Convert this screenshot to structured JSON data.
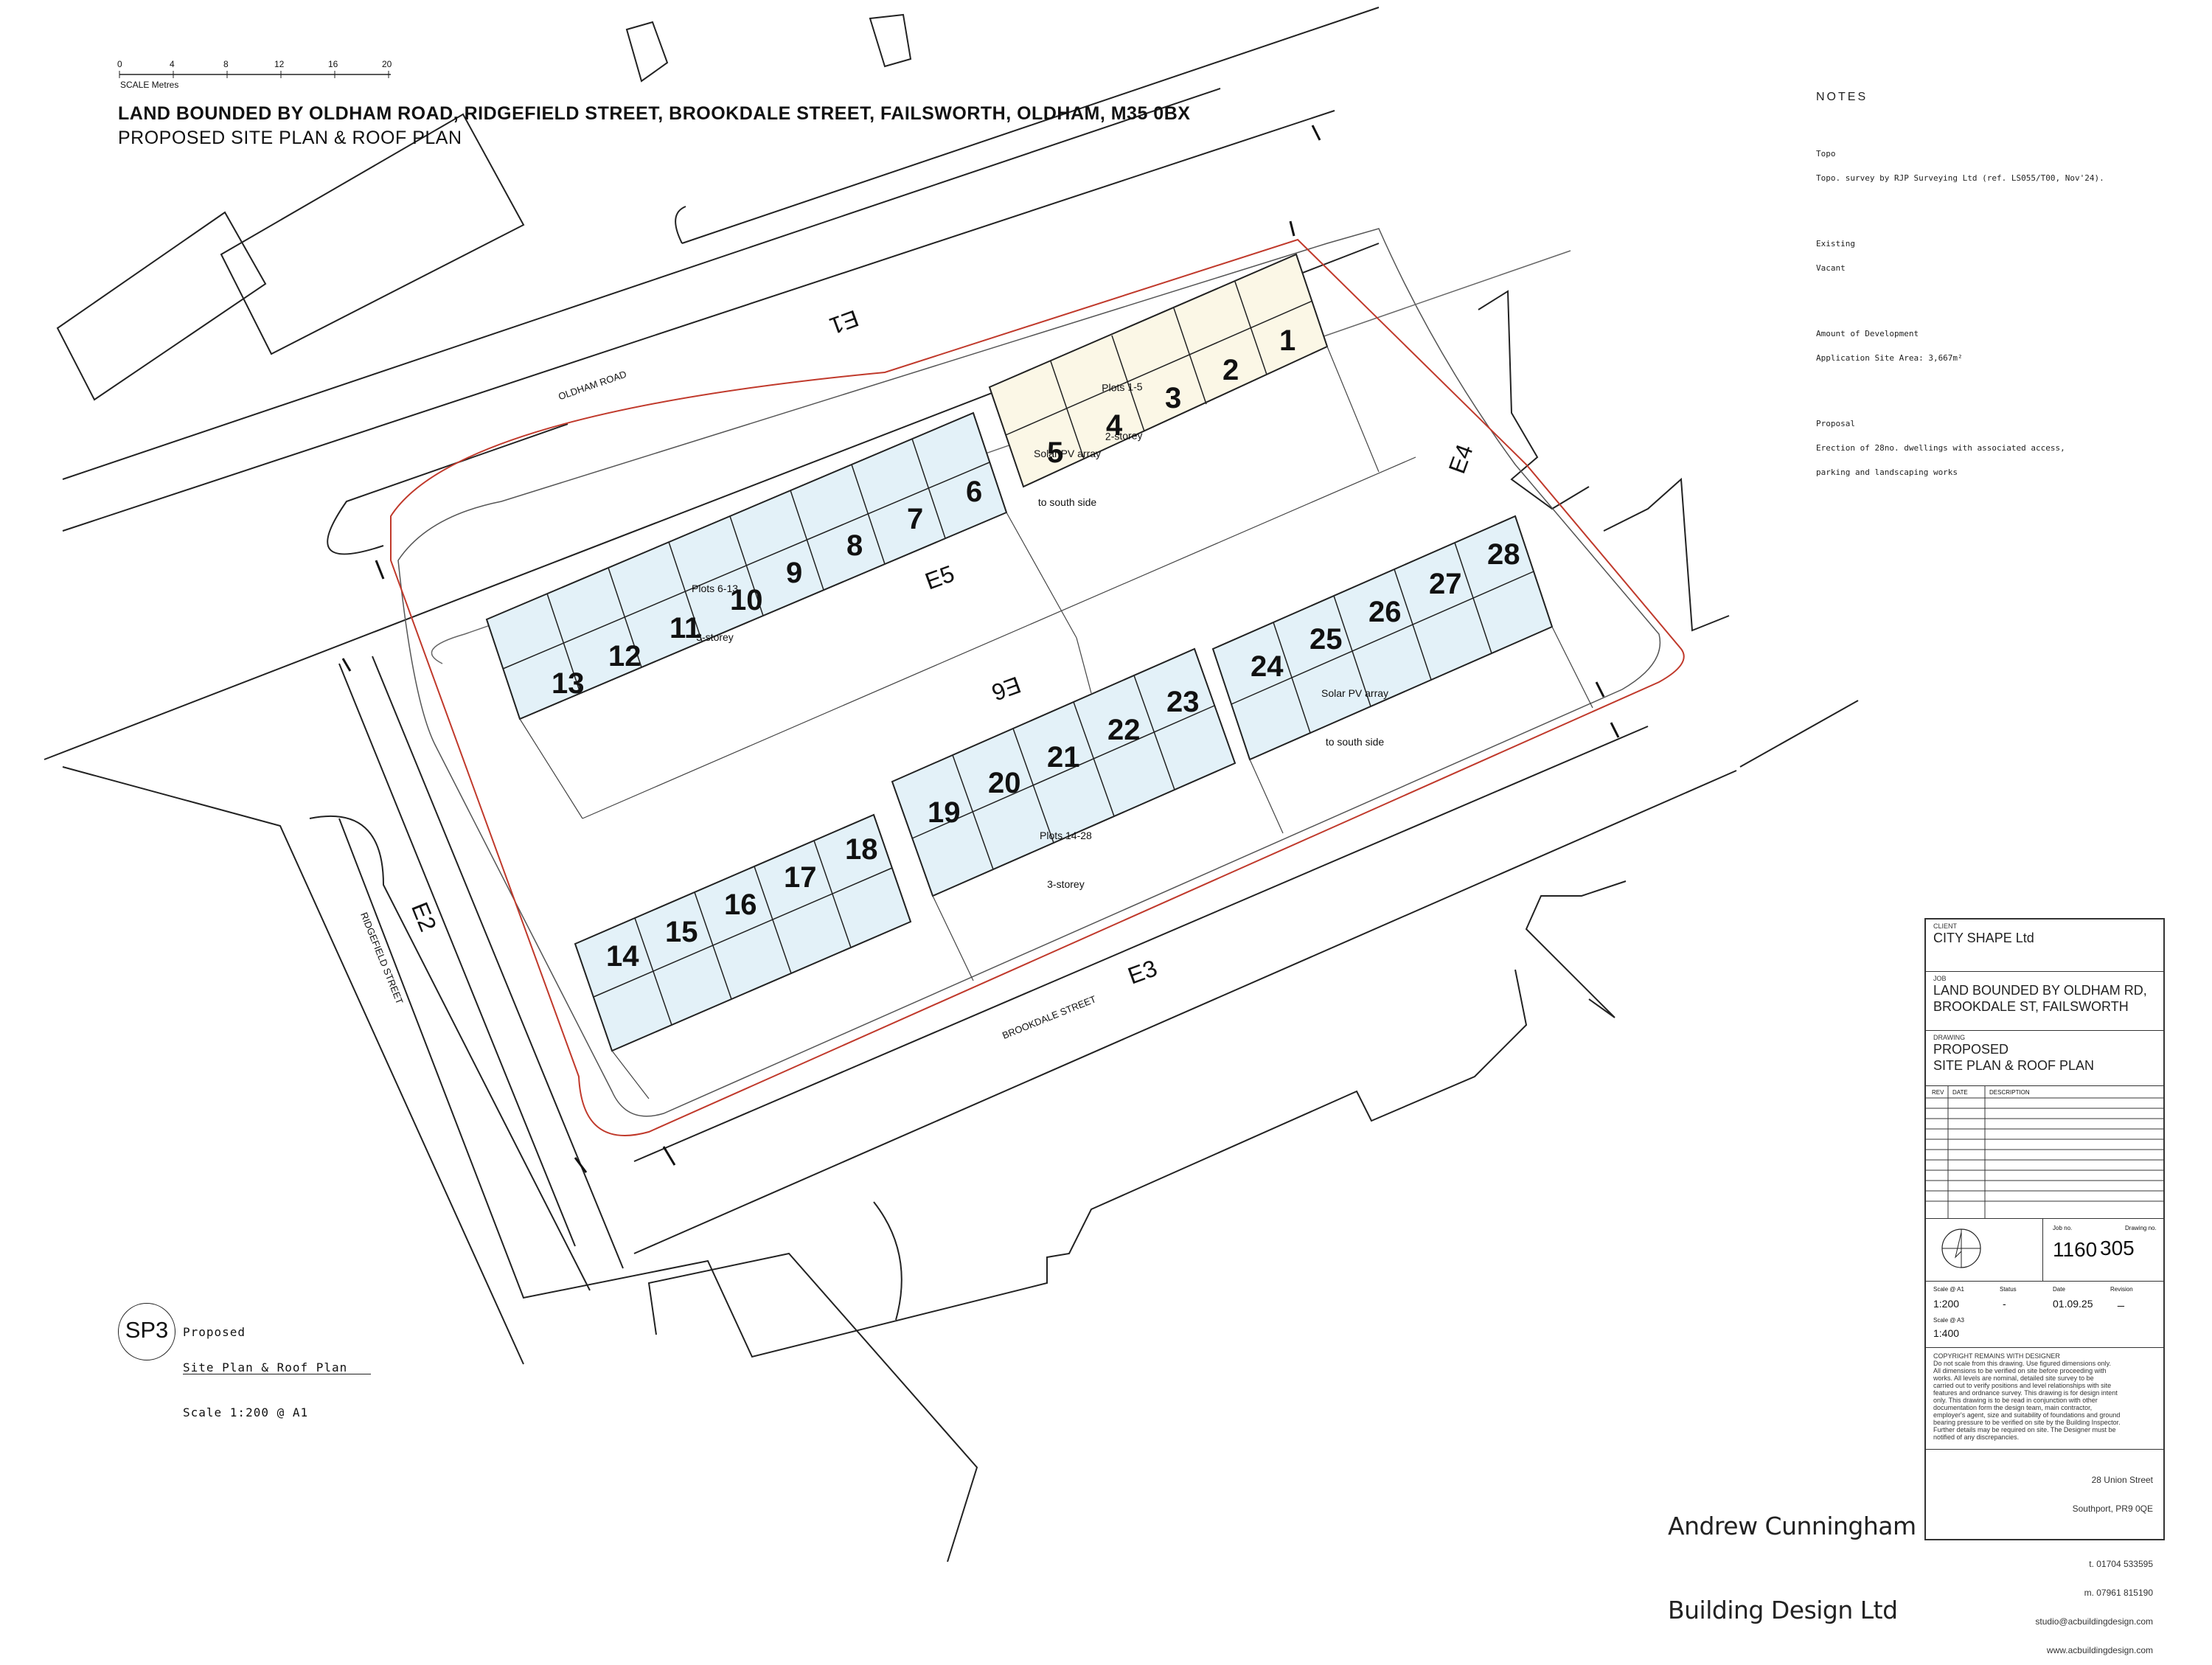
{
  "header": {
    "title": "LAND BOUNDED BY OLDHAM ROAD, RIDGEFIELD STREET, BROOKDALE STREET, FAILSWORTH, OLDHAM, M35 0BX",
    "subtitle": "PROPOSED SITE PLAN & ROOF PLAN"
  },
  "scale_bar": {
    "ticks": [
      "0",
      "4",
      "8",
      "12",
      "16",
      "20"
    ],
    "unit_label": "SCALE Metres"
  },
  "notes": {
    "heading": "NOTES",
    "items": [
      {
        "label": "Topo",
        "text": "Topo. survey by RJP Surveying Ltd (ref. LS055/T00, Nov'24)."
      },
      {
        "label": "Existing",
        "text": "Vacant"
      },
      {
        "label": "Amount of Development",
        "text": "Application Site Area: 3,667m²"
      },
      {
        "label": "Proposal",
        "text": "Erection of 28no. dwellings with associated access,",
        "text2": "parking and landscaping works"
      }
    ]
  },
  "plan": {
    "street_labels": {
      "oldham_road": "OLDHAM ROAD",
      "ridgefield_street": "RIDGEFIELD STREET",
      "brookdale_street": "BROOKDALE STREET"
    },
    "elevation_markers": [
      "E1",
      "E2",
      "E3",
      "E4",
      "E5",
      "E6"
    ],
    "group_labels": {
      "plots_1_5": [
        "Plots 1-5",
        "2-storey"
      ],
      "plots_6_13": [
        "Plots 6-13",
        "3-storey"
      ],
      "plots_14_28": [
        "Plots 14-28",
        "3-storey"
      ],
      "solar_north": [
        "Solar PV array",
        "to south side"
      ],
      "solar_south": [
        "Solar PV array",
        "to south side"
      ]
    },
    "plot_numbers": [
      "1",
      "2",
      "3",
      "4",
      "5",
      "6",
      "7",
      "8",
      "9",
      "10",
      "11",
      "12",
      "13",
      "14",
      "15",
      "16",
      "17",
      "18",
      "19",
      "20",
      "21",
      "22",
      "23",
      "24",
      "25",
      "26",
      "27",
      "28"
    ],
    "colors": {
      "two_storey_fill": "#fbf7e6",
      "three_storey_fill": "#e3f1f8",
      "boundary_red": "#c0392b",
      "line": "#222222"
    }
  },
  "sheet_ref": {
    "code": "SP3",
    "title": [
      "Proposed",
      "Site Plan & Roof Plan"
    ],
    "scale": "Scale 1:200 @ A1"
  },
  "title_block": {
    "client_caption": "CLIENT",
    "client": "CITY SHAPE Ltd",
    "job_caption": "JOB",
    "job": [
      "LAND BOUNDED BY OLDHAM RD,",
      "BROOKDALE ST, FAILSWORTH"
    ],
    "drawing_caption": "DRAWING",
    "drawing": [
      "PROPOSED",
      "SITE PLAN & ROOF PLAN"
    ],
    "revision_headers": [
      "REV",
      "DATE",
      "DESCRIPTION"
    ],
    "job_no_caption": "Job no.",
    "drawing_no_caption": "Drawing no.",
    "job_no": "1160",
    "drawing_no": "305",
    "scale_a1_caption": "Scale @ A1",
    "scale_a1": "1:200",
    "status_caption": "Status",
    "status": "-",
    "date_caption": "Date",
    "date": "01.09.25",
    "revision_caption": "Revision",
    "revision": "_",
    "scale_a3_caption": "Scale @ A3",
    "scale_a3": "1:400",
    "copyright": [
      "COPYRIGHT REMAINS WITH DESIGNER",
      "Do not scale from this drawing. Use figured dimensions only.",
      "All dimensions to be verified on site before proceeding with",
      "works. All levels are nominal, detailed site survey to be",
      "carried out to verify positions and level relationships with site",
      "features and ordnance survey. This drawing is for design intent",
      "only. This drawing is to be read in conjunction with other",
      "documentation form the design team, main contractor,",
      "employer's agent, size and suitability of foundations and ground",
      "bearing pressure to be verified on site by the Building Inspector.",
      "Further details may be required on site. The Designer must be",
      "notified of any discrepancies."
    ],
    "firm": [
      "Andrew Cunningham",
      "Building Design Ltd"
    ],
    "address": [
      "28 Union Street",
      "Southport, PR9 0QE",
      "",
      "t. 01704 533595",
      "m. 07961 815190",
      "studio@acbuildingdesign.com",
      "www.acbuildingdesign.com"
    ]
  }
}
